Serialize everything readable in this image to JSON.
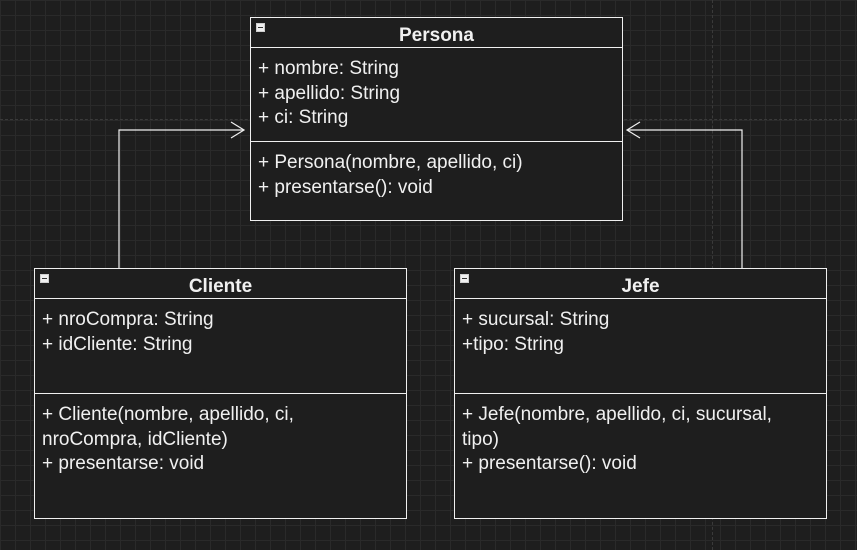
{
  "classes": {
    "persona": {
      "name": "Persona",
      "attributes": [
        "+ nombre: String",
        "+ apellido: String",
        "+ ci: String"
      ],
      "methods": [
        "+ Persona(nombre, apellido, ci)",
        "+ presentarse(): void"
      ]
    },
    "cliente": {
      "name": "Cliente",
      "attributes": [
        "+ nroCompra: String",
        "+ idCliente: String"
      ],
      "methods": [
        "+ Cliente(nombre, apellido, ci,",
        "nroCompra, idCliente)",
        "+ presentarse: void"
      ]
    },
    "jefe": {
      "name": "Jefe",
      "attributes": [
        "+ sucursal: String",
        "+tipo: String"
      ],
      "methods": [
        "+ Jefe(nombre, apellido, ci, sucursal,",
        "tipo)",
        "+ presentarse(): void"
      ]
    }
  },
  "relations": [
    {
      "from": "Cliente",
      "to": "Persona",
      "type": "generalization"
    },
    {
      "from": "Jefe",
      "to": "Persona",
      "type": "generalization"
    }
  ],
  "colors": {
    "background": "#1e1e1e",
    "grid": "#2a2a2a",
    "stroke": "#f0f0f0"
  },
  "icons": [
    "collapse-toggle-icon"
  ]
}
